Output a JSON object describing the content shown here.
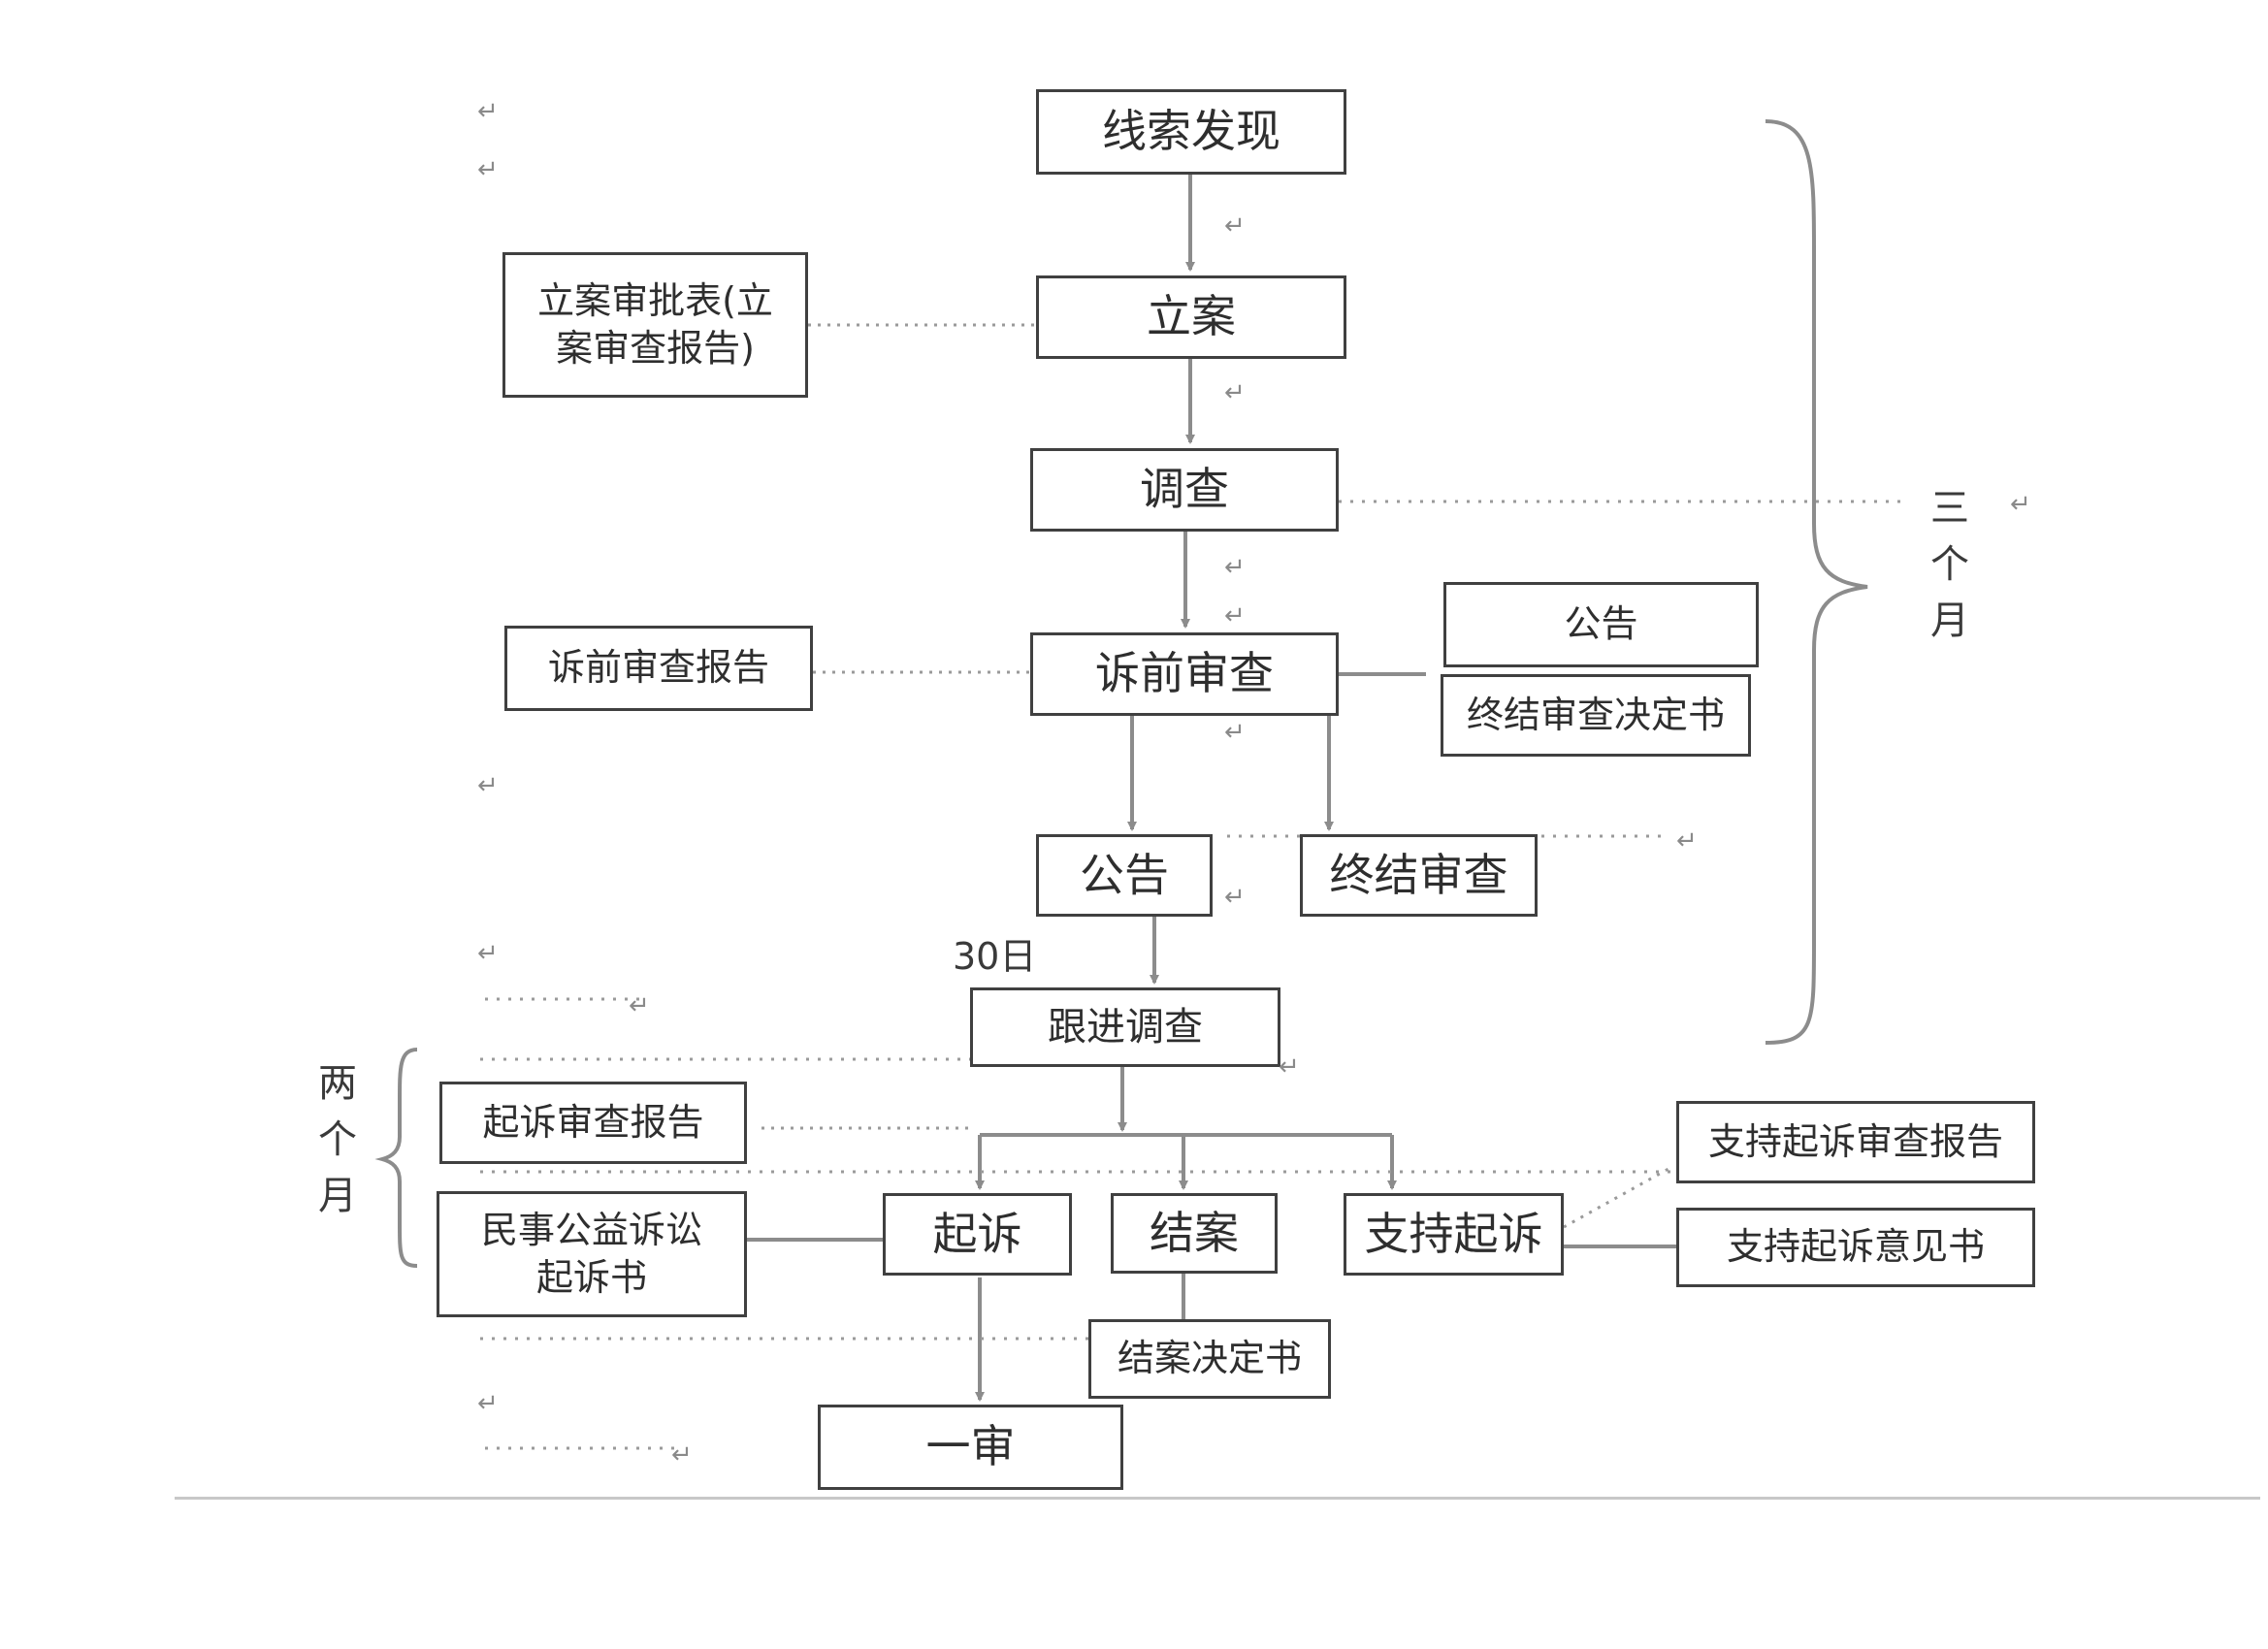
{
  "flow": {
    "discover": "线索发现",
    "file_case": "立案",
    "investigate": "调查",
    "pre_review": "诉前审查",
    "announce": "公告",
    "terminate": "终结审查",
    "follow_up": "跟进调查",
    "sue": "起诉",
    "close_case": "结案",
    "support": "支持起诉",
    "first_trial": "一审"
  },
  "documents": {
    "filing_form": "立案审批表(立\n案审查报告)",
    "pre_report": "诉前审查报告",
    "announce_doc": "公告",
    "terminate_doc": "终结审查决定书",
    "sue_report": "起诉审查报告",
    "complaint": "民事公益诉讼\n起诉书",
    "close_doc": "结案决定书",
    "support_report": "支持起诉审查报告",
    "support_opinion": "支持起诉意见书"
  },
  "labels": {
    "thirty_days": "30日",
    "three_months": "三\n个\n月",
    "two_months": "两\n个\n月"
  },
  "style": {
    "line_color": "#8c8c8c",
    "box_border": "#404040",
    "dotted_color": "#9a9a9a"
  }
}
